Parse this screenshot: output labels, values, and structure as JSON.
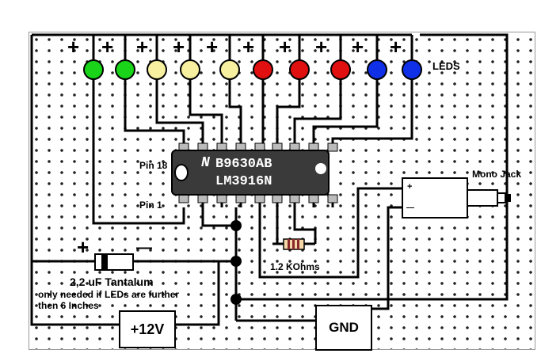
{
  "labels": {
    "leds": "LEDS",
    "pin18": "Pin 18",
    "pin1": "Pin 1",
    "mono_jack": "Mono Jack",
    "resistor": "1.2 KOhms",
    "capacitor": "2,2 uF Tantalum",
    "capacitor_note_line1": "only needed if LEDs are further",
    "capacitor_note_line2": "then 6 Inches",
    "supply": "+12V",
    "ground": "GND",
    "jack_plus": "+",
    "jack_minus": "—"
  },
  "chip": {
    "code": "B9630AB",
    "part": "LM3916N",
    "logo": "N"
  },
  "leds": [
    {
      "color": "#19d419",
      "sign": "+"
    },
    {
      "color": "#19d419",
      "sign": "+"
    },
    {
      "color": "#f7f0a0",
      "sign": "+"
    },
    {
      "color": "#f7f0a0",
      "sign": "+"
    },
    {
      "color": "#f7f0a0",
      "sign": "+"
    },
    {
      "color": "#e01010",
      "sign": "+"
    },
    {
      "color": "#e01010",
      "sign": "+"
    },
    {
      "color": "#e01010",
      "sign": "+"
    },
    {
      "color": "#1030e8",
      "sign": "+"
    },
    {
      "color": "#1030e8",
      "sign": "+"
    }
  ],
  "capacitor_signs": {
    "plus": "+",
    "minus": "—"
  }
}
